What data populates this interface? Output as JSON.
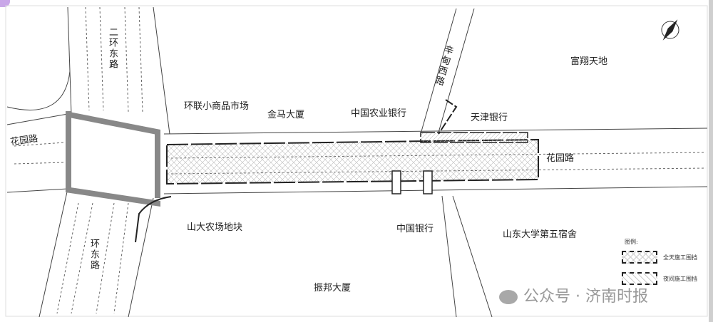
{
  "roads": {
    "erhuan_east_north": "二环东路",
    "erhuan_east_south": "环东路",
    "huayuan_west": "花园路",
    "huayuan_east": "花园路",
    "xindian_west": "辛甸西路"
  },
  "places": {
    "huanlian": "环联小商品市场",
    "jinma": "金马大厦",
    "abc_bank": "中国农业银行",
    "tianjin_bank": "天津银行",
    "fuxiang": "富翔天地",
    "shanda_farm": "山大农场地块",
    "boc": "中国银行",
    "sdu_dorm": "山东大学第五宿舍",
    "zhenbang": "振邦大厦"
  },
  "legend": {
    "title": "图例:",
    "items": [
      {
        "label": "全天施工围挡",
        "pattern": "crosshatch"
      },
      {
        "label": "夜间施工围挡",
        "pattern": "hatch"
      }
    ]
  },
  "watermark": "公众号 · 济南时报",
  "colors": {
    "line": "#333333",
    "barrier": "#777777",
    "accent": "#c9a7e8"
  }
}
